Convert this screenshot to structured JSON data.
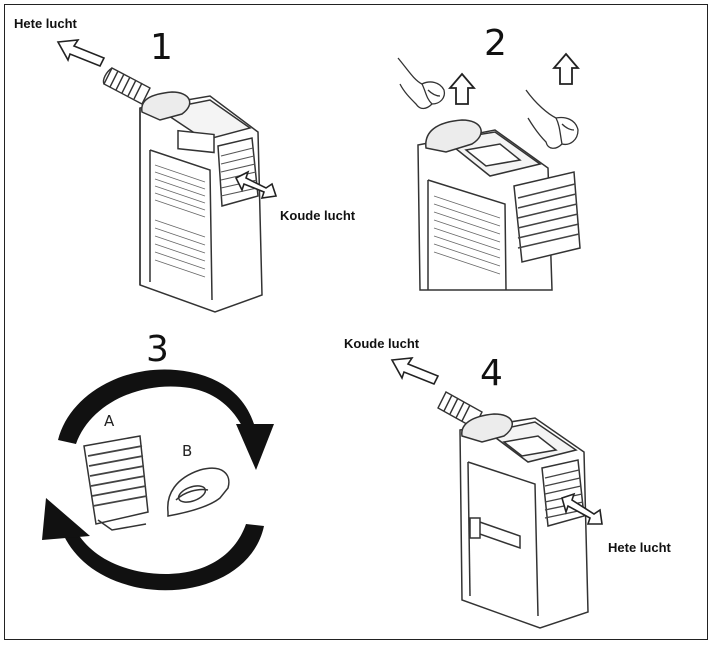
{
  "steps": {
    "s1": {
      "number": "1",
      "hot_air": "Hete lucht",
      "cold_air": "Koude lucht"
    },
    "s2": {
      "number": "2"
    },
    "s3": {
      "number": "3",
      "part_a": "A",
      "part_b": "B"
    },
    "s4": {
      "number": "4",
      "cold_air": "Koude lucht",
      "hot_air": "Hete lucht"
    }
  },
  "colors": {
    "ink": "#111111",
    "outline": "#333333",
    "fill": "#ffffff",
    "grille": "#555555"
  },
  "icons": [
    "arrow-up-icon",
    "double-arrow-icon",
    "rotate-arrow-icon",
    "hand-icon"
  ]
}
